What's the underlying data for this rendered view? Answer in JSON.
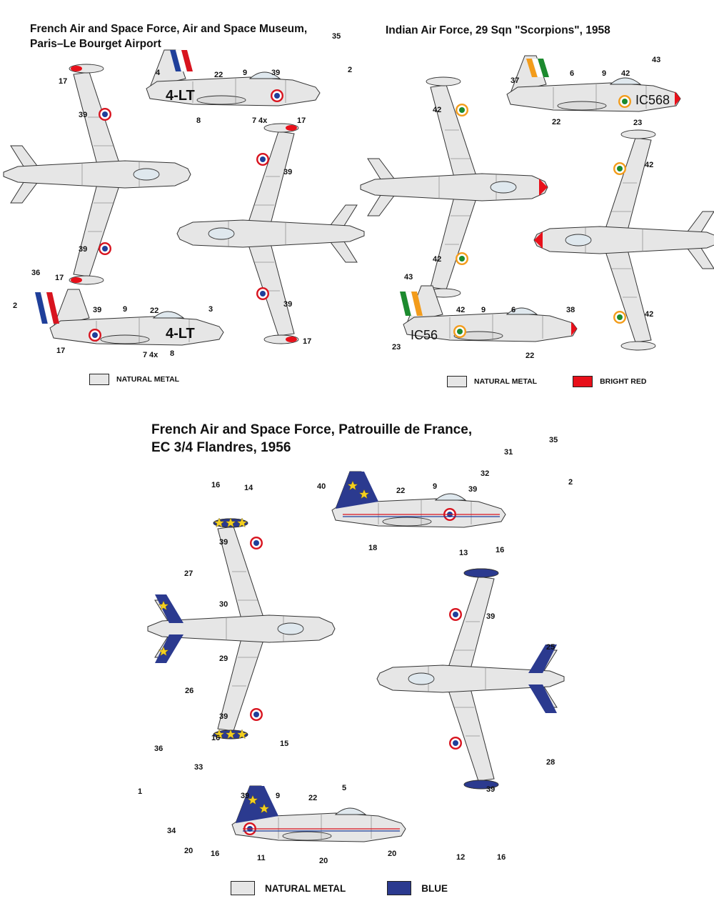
{
  "sections": {
    "french_museum": {
      "title_line1": "French Air and Space Force, Air and Space Museum,",
      "title_line2": "Paris–Le Bourget Airport"
    },
    "indian": {
      "title": "Indian Air Force, 29 Sqn \"Scorpions\", 1958"
    },
    "patrouille": {
      "title_line1": "French Air and Space Force, Patrouille de France,",
      "title_line2": "EC 3/4 Flandres, 1956"
    }
  },
  "legend": {
    "natural_metal": "NATURAL METAL",
    "bright_red": "BRIGHT RED",
    "blue": "BLUE"
  },
  "aircraft_codes": {
    "french_side_top": "4-LT",
    "french_side_bottom": "4-LT",
    "indian_side_top": "IC568",
    "indian_side_bottom": "IC56"
  },
  "callouts": {
    "a1": "17",
    "a2": "39",
    "a3": "39",
    "a4": "17",
    "b1": "4",
    "b2": "22",
    "b3": "9",
    "b4": "39",
    "b5": "35",
    "b6": "2",
    "b7": "8",
    "b8": "7",
    "b8x": "4x",
    "b9": "17",
    "c1": "39",
    "c2": "39",
    "d1": "36",
    "d2": "2",
    "d3": "39",
    "d4": "9",
    "d5": "22",
    "d6": "3",
    "d7": "17",
    "d8": "7",
    "d8x": "4x",
    "d9": "8",
    "d10": "17",
    "e1": "42",
    "e2": "42",
    "f1": "37",
    "f2": "6",
    "f3": "9",
    "f4": "42",
    "f5": "43",
    "f6": "22",
    "f7": "23",
    "g1": "42",
    "g2": "42",
    "h1": "43",
    "h2": "42",
    "h3": "9",
    "h4": "6",
    "h5": "38",
    "h6": "23",
    "h7": "22",
    "i1": "16",
    "i2": "14",
    "i3": "39",
    "i4": "27",
    "i5": "30",
    "i6": "29",
    "i7": "26",
    "i8": "39",
    "i9": "16",
    "i10": "15",
    "j1": "40",
    "j2": "22",
    "j3": "9",
    "j4": "39",
    "j5": "31",
    "j6": "35",
    "j7": "32",
    "j8": "2",
    "j9": "18",
    "k1": "13",
    "k2": "16",
    "k3": "39",
    "k4": "25",
    "k5": "28",
    "k6": "39",
    "k7": "12",
    "k8": "16",
    "l1": "36",
    "l2": "33",
    "l3": "1",
    "l4": "34",
    "l5": "39",
    "l6": "9",
    "l7": "22",
    "l8": "5",
    "l9": "20",
    "l10": "16",
    "l11": "11",
    "l12": "20",
    "l13": "20"
  },
  "colors": {
    "natural_metal": "#e6e6e6",
    "bright_red": "#e8101a",
    "blue": "#2b3a8f",
    "star": "#f3cf1f",
    "roundel_blue": "#1f3f9a",
    "roundel_red": "#d8141f",
    "india_saffron": "#f39c1b",
    "india_green": "#1c8a2e"
  }
}
